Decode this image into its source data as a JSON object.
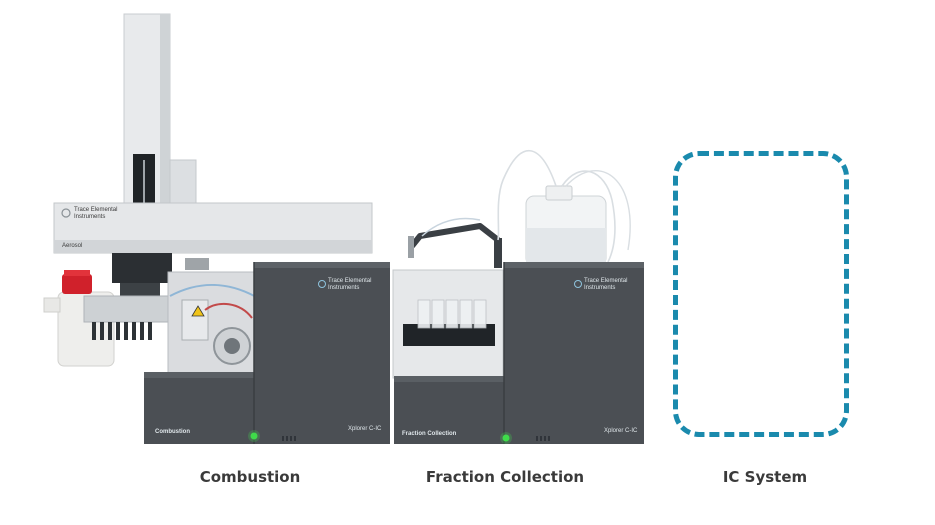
{
  "panel_labels": {
    "combustion": "Combustion",
    "fraction_collection": "Fraction Collection",
    "ic_system": "IC System"
  },
  "captions": {
    "combustion": "Combustion",
    "fraction_collection": "Fraction Collection",
    "ic_system": "IC System"
  },
  "device_markings": {
    "brand_name": "Trace Elemental",
    "brand_sub": "Instruments",
    "model": "Xplorer C-IC",
    "autosampler_badge": "Aerosol"
  },
  "colors": {
    "placeholder_border": "#1a8aad",
    "cabinet": "#4b4f54",
    "status_led": "#3fdc4a",
    "bottle_cap": "#d0212b"
  },
  "icons": [
    "brand-logo-icon",
    "status-led-icon",
    "warning-triangle-icon"
  ]
}
